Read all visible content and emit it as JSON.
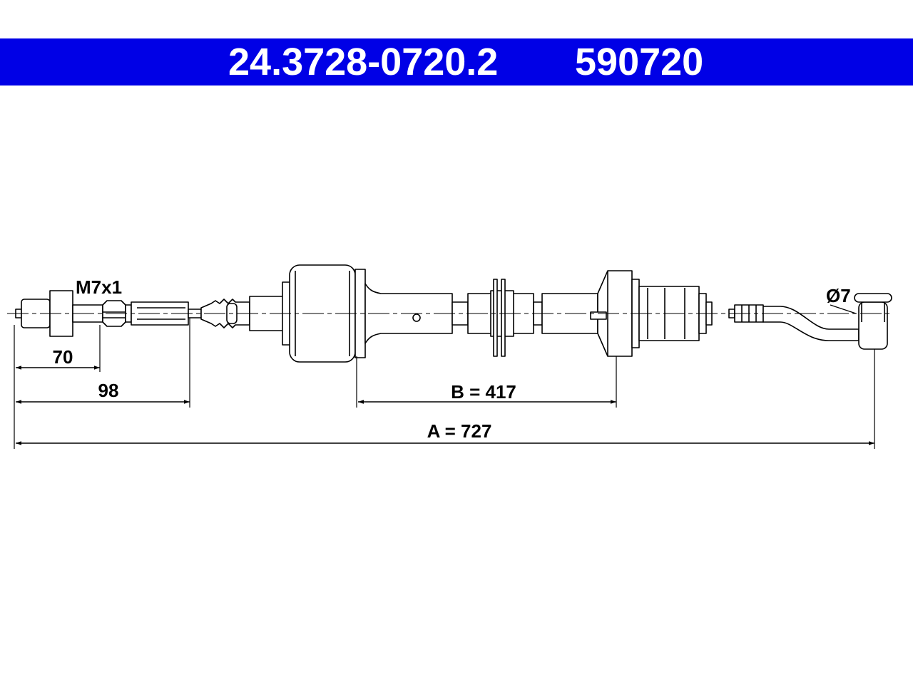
{
  "header": {
    "part_number": "24.3728-0720.2",
    "reference_number": "590720",
    "background_color": "#0000e6",
    "text_color": "#ffffff"
  },
  "drawing": {
    "thread_label": "M7x1",
    "diameter_label": "Ø7",
    "dim_70": "70",
    "dim_98": "98",
    "dim_b": "B = 417",
    "dim_a": "A = 727"
  }
}
